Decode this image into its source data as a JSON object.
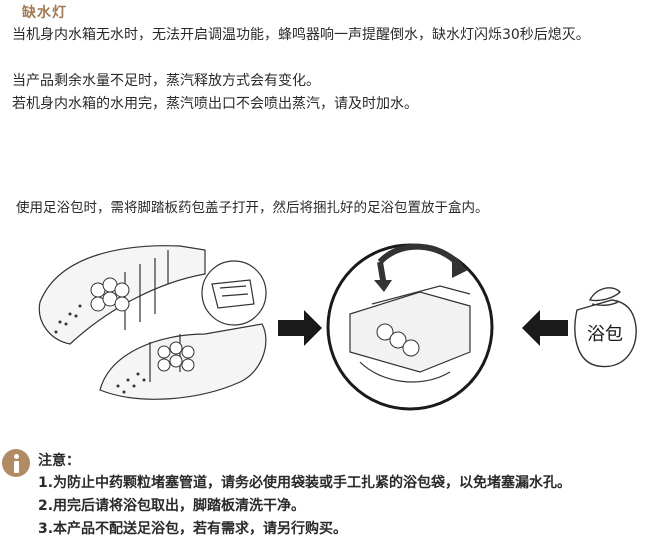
{
  "section_title": "缺水灯",
  "paragraphs": [
    "当机身内水箱无水时，无法开启调温功能，蜂鸣器响一声提醒倒水，缺水灯闪烁30秒后熄灭。",
    "当产品剩余水量不足时，蒸汽释放方式会有变化。",
    "若机身内水箱的水用完，蒸汽喷出口不会喷出蒸汽，请及时加水。"
  ],
  "instruction": "使用足浴包时，需将脚踏板药包盖子打开，然后将捆扎好的足浴包置放于盒内。",
  "bag_label": "浴包",
  "colors": {
    "accent": "#b08b64",
    "title": "#a07a52",
    "text": "#2a2a2a"
  },
  "notes": {
    "icon": "info-icon",
    "title": "注意：",
    "items": [
      "1.为防止中药颗粒堵塞管道，请务必使用袋装或手工扎紧的浴包袋，以免堵塞漏水孔。",
      "2.用完后请将浴包取出，脚踏板清洗干净。",
      "3.本产品不配送足浴包，若有需求，请另行购买。"
    ]
  }
}
